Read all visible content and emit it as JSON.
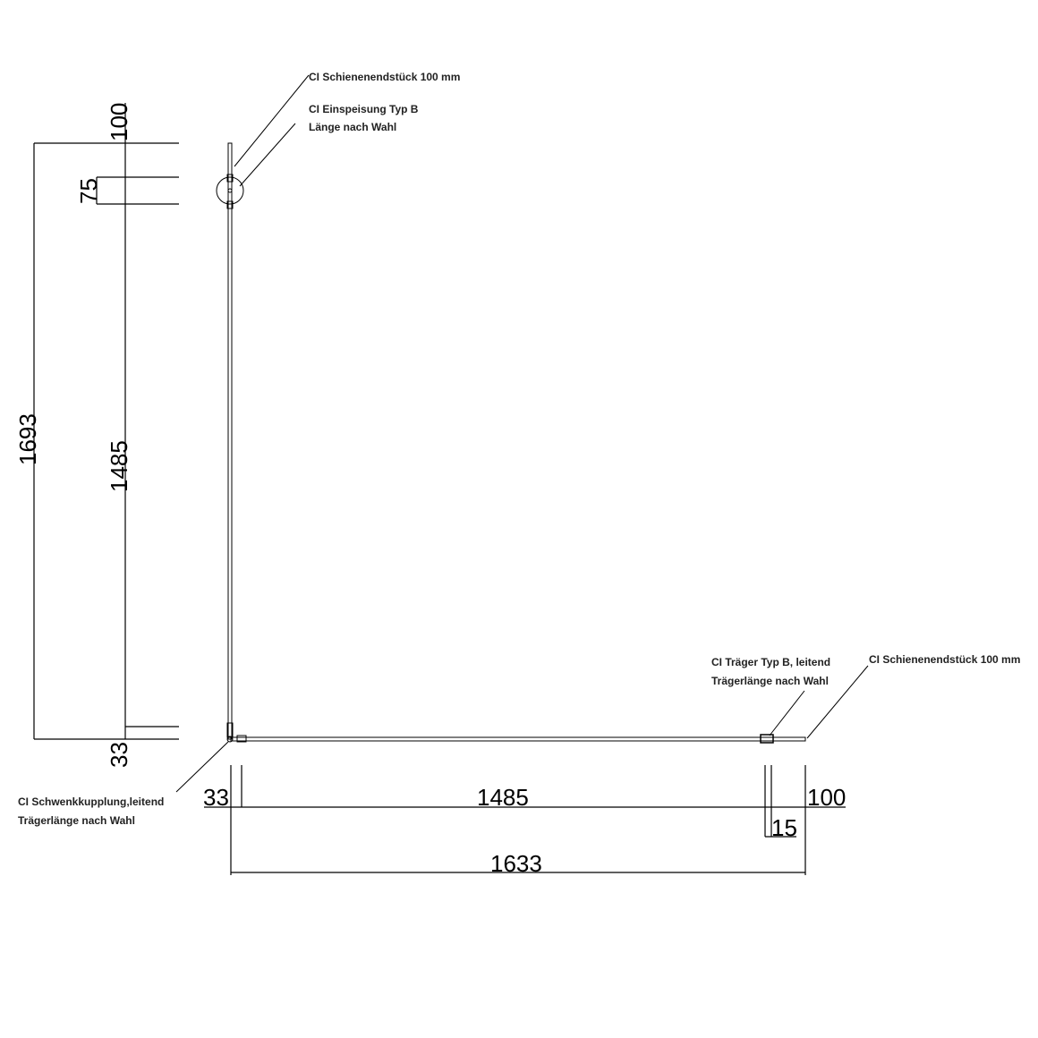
{
  "labels": {
    "top_end_piece": "CI Schienenendstück 100 mm",
    "feed_line1": "CI Einspeisung Typ B",
    "feed_line2": "Länge nach Wahl",
    "swivel_line1": "CI Schwenkkupplung,leitend",
    "swivel_line2": "Trägerlänge nach Wahl",
    "carrier_line1": "CI Träger Typ B, leitend",
    "carrier_line2": "Trägerlänge nach Wahl",
    "right_end_piece": "CI Schienenendstück 100 mm"
  },
  "dimensions": {
    "vertical_total": "1693",
    "vertical_top": "100",
    "vertical_feed": "75",
    "vertical_main": "1485",
    "vertical_bottom": "33",
    "horizontal_left": "33",
    "horizontal_main": "1485",
    "horizontal_right": "100",
    "horizontal_gap": "15",
    "horizontal_total": "1633"
  }
}
